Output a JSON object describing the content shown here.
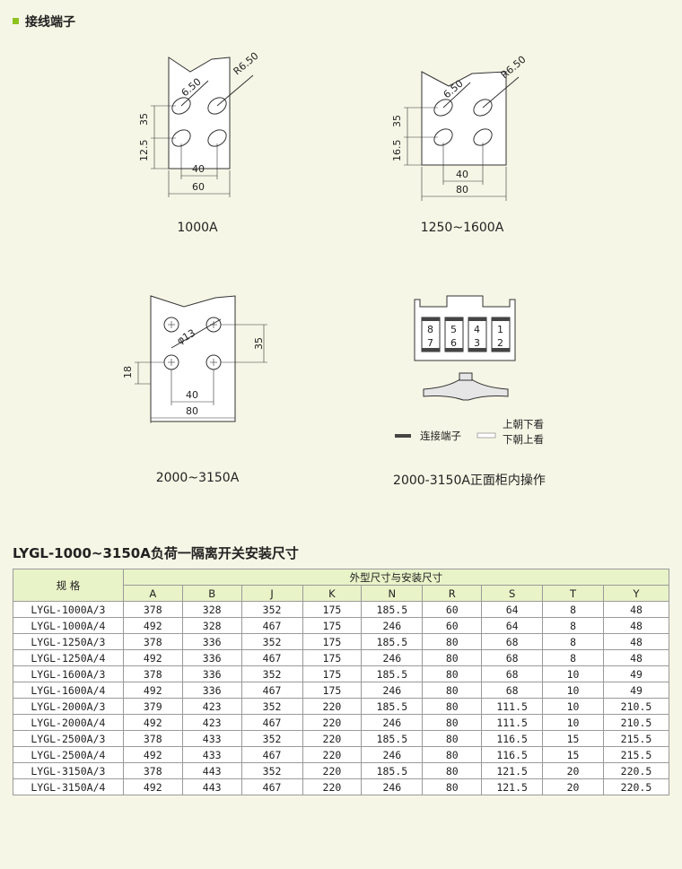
{
  "section_title": "接线端子",
  "diagrams": {
    "d1": {
      "caption": "1000A",
      "dim_h1": "35",
      "dim_h2": "12.5",
      "dim_w1": "40",
      "dim_w2": "60",
      "hole": "6.50",
      "radius": "R6.50"
    },
    "d2": {
      "caption": "1250~1600A",
      "dim_h1": "35",
      "dim_h2": "16.5",
      "dim_w1": "40",
      "dim_w2": "80",
      "hole": "6.50",
      "radius": "R6.50"
    },
    "d3": {
      "caption": "2000~3150A",
      "dim_h1": "35",
      "dim_h2": "18",
      "dim_w1": "40",
      "dim_w2": "80",
      "hole": "φ13"
    },
    "d4": {
      "caption": "2000-3150A正面柜内操作",
      "numbers_top": [
        "8",
        "5",
        "4",
        "1"
      ],
      "numbers_bottom": [
        "7",
        "6",
        "3",
        "2"
      ],
      "legend_dark": "连接端子",
      "legend_light_1": "上朝下看",
      "legend_light_2": "下朝上看"
    }
  },
  "table": {
    "title": "LYGL-1000~3150A负荷一隔离开关安装尺寸",
    "spec_header": "规 格",
    "group_header": "外型尺寸与安装尺寸",
    "columns": [
      "A",
      "B",
      "J",
      "K",
      "N",
      "R",
      "S",
      "T",
      "Y"
    ],
    "rows": [
      [
        "LYGL-1000A/3",
        "378",
        "328",
        "352",
        "175",
        "185.5",
        "60",
        "64",
        "8",
        "48"
      ],
      [
        "LYGL-1000A/4",
        "492",
        "328",
        "467",
        "175",
        "246",
        "60",
        "64",
        "8",
        "48"
      ],
      [
        "LYGL-1250A/3",
        "378",
        "336",
        "352",
        "175",
        "185.5",
        "80",
        "68",
        "8",
        "48"
      ],
      [
        "LYGL-1250A/4",
        "492",
        "336",
        "467",
        "175",
        "246",
        "80",
        "68",
        "8",
        "48"
      ],
      [
        "LYGL-1600A/3",
        "378",
        "336",
        "352",
        "175",
        "185.5",
        "80",
        "68",
        "10",
        "49"
      ],
      [
        "LYGL-1600A/4",
        "492",
        "336",
        "467",
        "175",
        "246",
        "80",
        "68",
        "10",
        "49"
      ],
      [
        "LYGL-2000A/3",
        "379",
        "423",
        "352",
        "220",
        "185.5",
        "80",
        "111.5",
        "10",
        "210.5"
      ],
      [
        "LYGL-2000A/4",
        "492",
        "423",
        "467",
        "220",
        "246",
        "80",
        "111.5",
        "10",
        "210.5"
      ],
      [
        "LYGL-2500A/3",
        "378",
        "433",
        "352",
        "220",
        "185.5",
        "80",
        "116.5",
        "15",
        "215.5"
      ],
      [
        "LYGL-2500A/4",
        "492",
        "433",
        "467",
        "220",
        "246",
        "80",
        "116.5",
        "15",
        "215.5"
      ],
      [
        "LYGL-3150A/3",
        "378",
        "443",
        "352",
        "220",
        "185.5",
        "80",
        "121.5",
        "20",
        "220.5"
      ],
      [
        "LYGL-3150A/4",
        "492",
        "443",
        "467",
        "220",
        "246",
        "80",
        "121.5",
        "20",
        "220.5"
      ]
    ]
  }
}
